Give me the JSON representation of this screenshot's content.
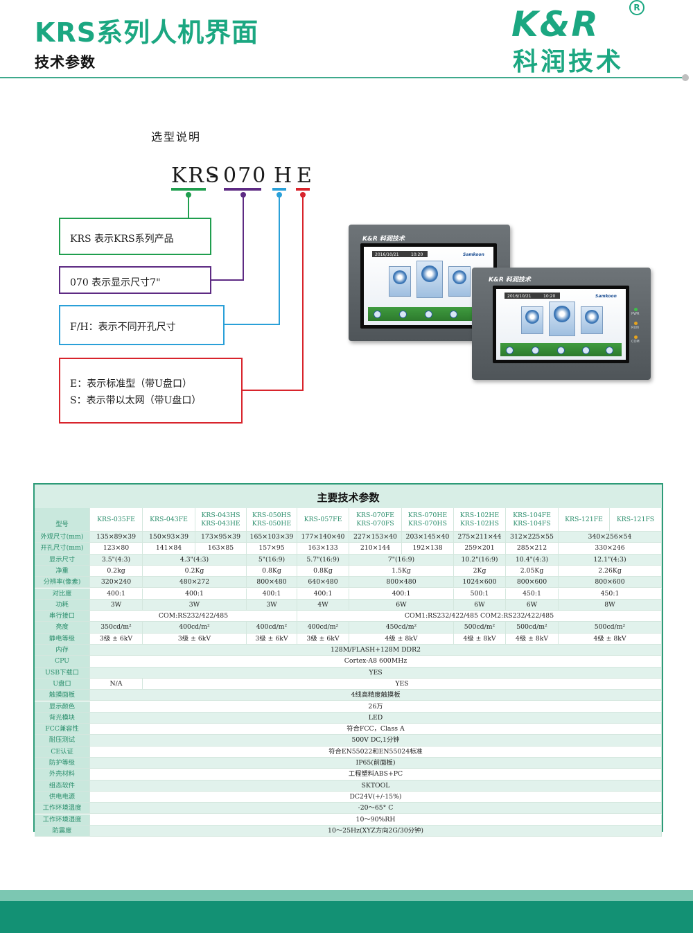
{
  "header": {
    "title": "KRS系列人机界面",
    "subtitle": "技术参数",
    "brand_logo": "K&R",
    "brand_reg": "R",
    "brand_cn": "科润技术",
    "accent_color": "#1ba781"
  },
  "selection": {
    "title": "选型说明",
    "model_parts": [
      "KRS",
      "-",
      "070",
      "H",
      "E"
    ],
    "part_colors": {
      "krs": "#1f9e4e",
      "size": "#5d2a83",
      "hole": "#2aa0d8",
      "type": "#d8242c"
    },
    "boxes": {
      "krs": [
        "KRS    表示KRS系列产品"
      ],
      "size": [
        "070   表示显示尺寸7\""
      ],
      "hole": [
        "F/H：表示不同开孔尺寸"
      ],
      "type": [
        "E：表示标准型（带U盘口）",
        "S：表示带以太网（带U盘口）"
      ]
    }
  },
  "device": {
    "logo": "K&R 科润技术",
    "brand": "Samkoon",
    "date": "2016/10/21",
    "time": "10:20",
    "leds": [
      "PWR",
      "RUN",
      "COM"
    ]
  },
  "spec": {
    "title": "主要技术参数",
    "label_type": "型号",
    "models": [
      [
        "KRS-035FE"
      ],
      [
        "KRS-043FE"
      ],
      [
        "KRS-043HS",
        "KRS-043HE"
      ],
      [
        "KRS-050HS",
        "KRS-050HE"
      ],
      [
        "KRS-057FE"
      ],
      [
        "KRS-070FE",
        "KRS-070FS"
      ],
      [
        "KRS-070HE",
        "KRS-070HS"
      ],
      [
        "KRS-102HE",
        "KRS-102HS"
      ],
      [
        "KRS-104FE",
        "KRS-104FS"
      ],
      [
        "KRS-121FE"
      ],
      [
        "KRS-121FS"
      ]
    ],
    "rows": [
      {
        "label": "外观尺寸(mm)",
        "cells": [
          [
            "135×89×39",
            1
          ],
          [
            "150×93×39",
            1
          ],
          [
            "173×95×39",
            1
          ],
          [
            "165×103×39",
            1
          ],
          [
            "177×140×40",
            1
          ],
          [
            "227×153×40",
            1
          ],
          [
            "203×145×40",
            1
          ],
          [
            "275×211×44",
            1
          ],
          [
            "312×225×55",
            1
          ],
          [
            "340×256×54",
            2
          ]
        ]
      },
      {
        "label": "开孔尺寸(mm)",
        "cells": [
          [
            "123×80",
            1
          ],
          [
            "141×84",
            1
          ],
          [
            "163×85",
            1
          ],
          [
            "157×95",
            1
          ],
          [
            "163×133",
            1
          ],
          [
            "210×144",
            1
          ],
          [
            "192×138",
            1
          ],
          [
            "259×201",
            1
          ],
          [
            "285×212",
            1
          ],
          [
            "330×246",
            2
          ]
        ]
      },
      {
        "label": "显示尺寸",
        "cells": [
          [
            "3.5\"(4:3)",
            1
          ],
          [
            "4.3\"(4:3)",
            2
          ],
          [
            "5\"(16:9)",
            1
          ],
          [
            "5.7\"(16:9)",
            1
          ],
          [
            "7\"(16:9)",
            2
          ],
          [
            "10.2\"(16:9)",
            1
          ],
          [
            "10.4\"(4:3)",
            1
          ],
          [
            "12.1\"(4:3)",
            2
          ]
        ]
      },
      {
        "label": "净重",
        "cells": [
          [
            "0.2kg",
            1
          ],
          [
            "0.2Kg",
            2
          ],
          [
            "0.8Kg",
            1
          ],
          [
            "0.8Kg",
            1
          ],
          [
            "1.5Kg",
            2
          ],
          [
            "2Kg",
            1
          ],
          [
            "2.05Kg",
            1
          ],
          [
            "2.26Kg",
            2
          ]
        ]
      },
      {
        "label": "分辨率(像素)",
        "cells": [
          [
            "320×240",
            1
          ],
          [
            "480×272",
            2
          ],
          [
            "800×480",
            1
          ],
          [
            "640×480",
            1
          ],
          [
            "800×480",
            2
          ],
          [
            "1024×600",
            1
          ],
          [
            "800×600",
            1
          ],
          [
            "800×600",
            2
          ]
        ]
      },
      {
        "label": "对比度",
        "cells": [
          [
            "400:1",
            1
          ],
          [
            "400:1",
            2
          ],
          [
            "400:1",
            1
          ],
          [
            "400:1",
            1
          ],
          [
            "400:1",
            2
          ],
          [
            "500:1",
            1
          ],
          [
            "450:1",
            1
          ],
          [
            "450:1",
            2
          ]
        ]
      },
      {
        "label": "功耗",
        "cells": [
          [
            "3W",
            1
          ],
          [
            "3W",
            2
          ],
          [
            "3W",
            1
          ],
          [
            "4W",
            1
          ],
          [
            "6W",
            2
          ],
          [
            "6W",
            1
          ],
          [
            "6W",
            1
          ],
          [
            "8W",
            2
          ]
        ]
      },
      {
        "label": "串行接口",
        "cells": [
          [
            "COM:RS232/422/485",
            4
          ],
          [
            "COM1:RS232/422/485 COM2:RS232/422/485",
            7
          ]
        ]
      },
      {
        "label": "亮度",
        "cells": [
          [
            "350cd/m²",
            1
          ],
          [
            "400cd/m²",
            2
          ],
          [
            "400cd/m²",
            1
          ],
          [
            "400cd/m²",
            1
          ],
          [
            "450cd/m²",
            2
          ],
          [
            "500cd/m²",
            1
          ],
          [
            "500cd/m²",
            1
          ],
          [
            "500cd/m²",
            2
          ]
        ]
      },
      {
        "label": "静电等级",
        "cells": [
          [
            "3级 ± 6kV",
            1
          ],
          [
            "3级 ± 6kV",
            2
          ],
          [
            "3级 ± 6kV",
            1
          ],
          [
            "3级 ± 6kV",
            1
          ],
          [
            "4级 ± 8kV",
            2
          ],
          [
            "4级 ± 8kV",
            1
          ],
          [
            "4级 ± 8kV",
            1
          ],
          [
            "4级 ± 8kV",
            2
          ]
        ]
      },
      {
        "label": "内存",
        "cells": [
          [
            "128M/FLASH+128M DDR2",
            11
          ]
        ]
      },
      {
        "label": "CPU",
        "cells": [
          [
            "Cortex-A8 600MHz",
            11
          ]
        ]
      },
      {
        "label": "USB下载口",
        "cells": [
          [
            "YES",
            11
          ]
        ]
      },
      {
        "label": "U盘口",
        "cells": [
          [
            "N/A",
            1
          ],
          [
            "YES",
            10
          ]
        ]
      },
      {
        "label": "触摸面板",
        "cells": [
          [
            "4线高精度触摸板",
            11
          ]
        ]
      },
      {
        "label": "显示颜色",
        "cells": [
          [
            "26万",
            11
          ]
        ]
      },
      {
        "label": "背光模块",
        "cells": [
          [
            "LED",
            11
          ]
        ]
      },
      {
        "label": "FCC兼容性",
        "cells": [
          [
            "符合FCC，Class A",
            11
          ]
        ]
      },
      {
        "label": "耐压测试",
        "cells": [
          [
            "500V DC,1分钟",
            11
          ]
        ]
      },
      {
        "label": "CE认证",
        "cells": [
          [
            "符合EN55022和EN55024标准",
            11
          ]
        ]
      },
      {
        "label": "防护等级",
        "cells": [
          [
            "IP65(前面板)",
            11
          ]
        ]
      },
      {
        "label": "外壳材料",
        "cells": [
          [
            "工程塑料ABS+PC",
            11
          ]
        ]
      },
      {
        "label": "组态软件",
        "cells": [
          [
            "SKTOOL",
            11
          ]
        ]
      },
      {
        "label": "供电电源",
        "cells": [
          [
            "DC24V(+/-15%)",
            11
          ]
        ]
      },
      {
        "label": "工作环境温度",
        "cells": [
          [
            "-20～65° C",
            11
          ]
        ]
      },
      {
        "label": "工作环境湿度",
        "cells": [
          [
            "10～90%RH",
            11
          ]
        ]
      },
      {
        "label": "防震度",
        "cells": [
          [
            "10～25Hz(XYZ方向2G/30分钟)",
            11
          ]
        ]
      }
    ]
  }
}
